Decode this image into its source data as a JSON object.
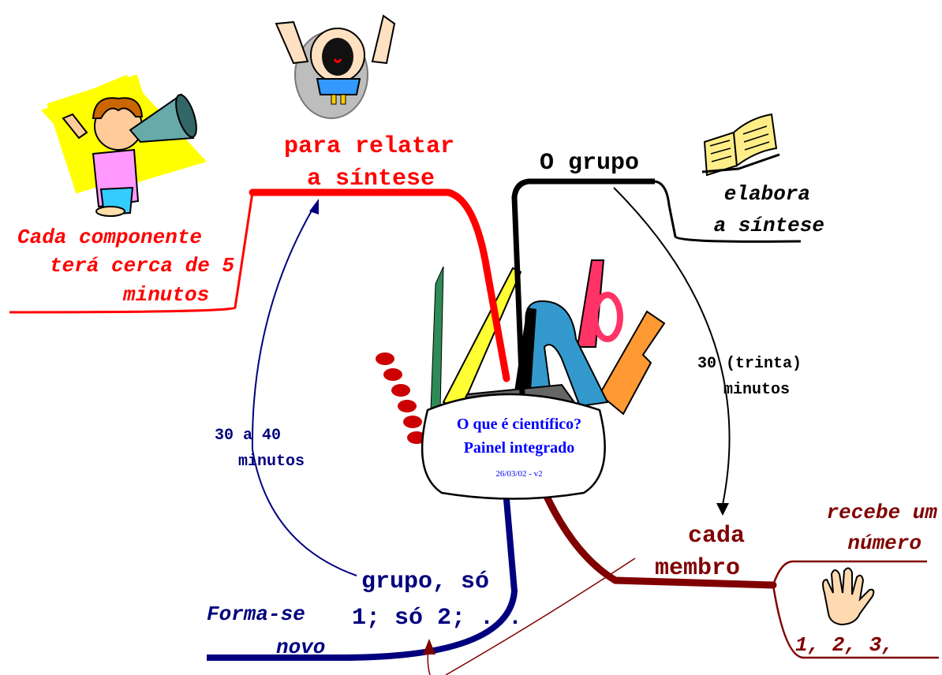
{
  "center": {
    "title_line1": "O que é científico?",
    "title_line2": "Painel integrado",
    "version": "26/03/02 - v2"
  },
  "branches": {
    "o_grupo": {
      "label": "O grupo",
      "sub_line1": "elabora",
      "sub_line2": "a síntese"
    },
    "relatar": {
      "line1": "para relatar",
      "line2": "a síntese",
      "sub_line1": "Cada componente",
      "sub_line2": "terá cerca de 5",
      "sub_line3": "minutos"
    },
    "cada_membro": {
      "line1": "cada",
      "line2": "membro",
      "sub_line1": "recebe um",
      "sub_line2": "número",
      "sub_line3": "1, 2, 3,"
    },
    "novo_grupo": {
      "line1": "grupo, só",
      "line2": "1; só 2; ...",
      "sub_line1": "Forma-se",
      "sub_line2": "novo"
    }
  },
  "connectors": {
    "trinta": {
      "line1": "30 (trinta)",
      "line2": "minutos"
    },
    "trinta_quarenta": {
      "line1": "30 a 40",
      "line2": "minutos"
    }
  },
  "colors": {
    "red": "#ff0000",
    "black": "#000000",
    "maroon": "#800000",
    "navy": "#00007f",
    "blue_text": "#0000ff"
  },
  "icons": [
    "megaphone-child-icon",
    "shouting-person-icon",
    "open-book-icon",
    "hand-icon",
    "tool-bag-icon"
  ]
}
